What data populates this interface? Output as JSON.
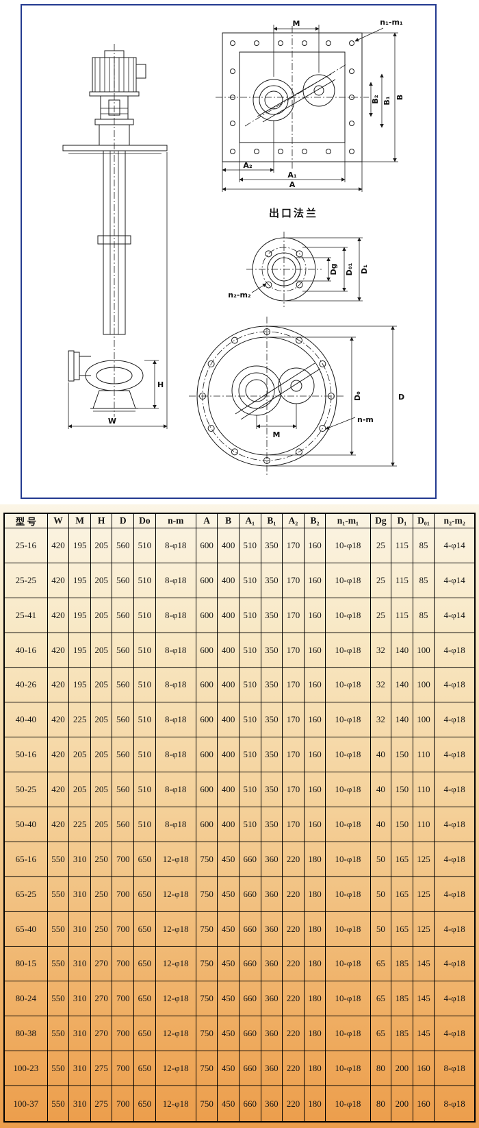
{
  "colors": {
    "frame_border": "#22398f",
    "table_background_top": "#fbf5e6",
    "table_background_bottom": "#ec9d4b",
    "line_color": "#1a1a1a"
  },
  "drawing": {
    "pump": {
      "h": "H",
      "w": "W"
    },
    "plate_top": {
      "m": "M",
      "n1m1": "n₁-m₁",
      "b2": "B₂",
      "b1": "B₁",
      "b": "B",
      "a2": "A₂",
      "a1": "A₁",
      "a": "A"
    },
    "outlet_flange": {
      "title": "出口法兰",
      "dg": "Dg",
      "d01": "D₀₁",
      "d1": "D₁",
      "n2m2": "n₂-m₂"
    },
    "base_plate": {
      "d0": "D₀",
      "d": "D",
      "m": "M",
      "nm": "n-m"
    }
  },
  "table": {
    "headers": [
      "型 号",
      "W",
      "M",
      "H",
      "D",
      "Do",
      "n-m",
      "A",
      "B",
      "A₁",
      "B₁",
      "A₂",
      "B₂",
      "n₁-m₁",
      "Dg",
      "D₁",
      "D₀₁",
      "n₂-m₂"
    ],
    "rows": [
      [
        "25-16",
        "420",
        "195",
        "205",
        "560",
        "510",
        "8-φ18",
        "600",
        "400",
        "510",
        "350",
        "170",
        "160",
        "10-φ18",
        "25",
        "115",
        "85",
        "4-φ14"
      ],
      [
        "25-25",
        "420",
        "195",
        "205",
        "560",
        "510",
        "8-φ18",
        "600",
        "400",
        "510",
        "350",
        "170",
        "160",
        "10-φ18",
        "25",
        "115",
        "85",
        "4-φ14"
      ],
      [
        "25-41",
        "420",
        "195",
        "205",
        "560",
        "510",
        "8-φ18",
        "600",
        "400",
        "510",
        "350",
        "170",
        "160",
        "10-φ18",
        "25",
        "115",
        "85",
        "4-φ14"
      ],
      [
        "40-16",
        "420",
        "195",
        "205",
        "560",
        "510",
        "8-φ18",
        "600",
        "400",
        "510",
        "350",
        "170",
        "160",
        "10-φ18",
        "32",
        "140",
        "100",
        "4-φ18"
      ],
      [
        "40-26",
        "420",
        "195",
        "205",
        "560",
        "510",
        "8-φ18",
        "600",
        "400",
        "510",
        "350",
        "170",
        "160",
        "10-φ18",
        "32",
        "140",
        "100",
        "4-φ18"
      ],
      [
        "40-40",
        "420",
        "225",
        "205",
        "560",
        "510",
        "8-φ18",
        "600",
        "400",
        "510",
        "350",
        "170",
        "160",
        "10-φ18",
        "32",
        "140",
        "100",
        "4-φ18"
      ],
      [
        "50-16",
        "420",
        "205",
        "205",
        "560",
        "510",
        "8-φ18",
        "600",
        "400",
        "510",
        "350",
        "170",
        "160",
        "10-φ18",
        "40",
        "150",
        "110",
        "4-φ18"
      ],
      [
        "50-25",
        "420",
        "205",
        "205",
        "560",
        "510",
        "8-φ18",
        "600",
        "400",
        "510",
        "350",
        "170",
        "160",
        "10-φ18",
        "40",
        "150",
        "110",
        "4-φ18"
      ],
      [
        "50-40",
        "420",
        "225",
        "205",
        "560",
        "510",
        "8-φ18",
        "600",
        "400",
        "510",
        "350",
        "170",
        "160",
        "10-φ18",
        "40",
        "150",
        "110",
        "4-φ18"
      ],
      [
        "65-16",
        "550",
        "310",
        "250",
        "700",
        "650",
        "12-φ18",
        "750",
        "450",
        "660",
        "360",
        "220",
        "180",
        "10-φ18",
        "50",
        "165",
        "125",
        "4-φ18"
      ],
      [
        "65-25",
        "550",
        "310",
        "250",
        "700",
        "650",
        "12-φ18",
        "750",
        "450",
        "660",
        "360",
        "220",
        "180",
        "10-φ18",
        "50",
        "165",
        "125",
        "4-φ18"
      ],
      [
        "65-40",
        "550",
        "310",
        "250",
        "700",
        "650",
        "12-φ18",
        "750",
        "450",
        "660",
        "360",
        "220",
        "180",
        "10-φ18",
        "50",
        "165",
        "125",
        "4-φ18"
      ],
      [
        "80-15",
        "550",
        "310",
        "270",
        "700",
        "650",
        "12-φ18",
        "750",
        "450",
        "660",
        "360",
        "220",
        "180",
        "10-φ18",
        "65",
        "185",
        "145",
        "4-φ18"
      ],
      [
        "80-24",
        "550",
        "310",
        "270",
        "700",
        "650",
        "12-φ18",
        "750",
        "450",
        "660",
        "360",
        "220",
        "180",
        "10-φ18",
        "65",
        "185",
        "145",
        "4-φ18"
      ],
      [
        "80-38",
        "550",
        "310",
        "270",
        "700",
        "650",
        "12-φ18",
        "750",
        "450",
        "660",
        "360",
        "220",
        "180",
        "10-φ18",
        "65",
        "185",
        "145",
        "4-φ18"
      ],
      [
        "100-23",
        "550",
        "310",
        "275",
        "700",
        "650",
        "12-φ18",
        "750",
        "450",
        "660",
        "360",
        "220",
        "180",
        "10-φ18",
        "80",
        "200",
        "160",
        "8-φ18"
      ],
      [
        "100-37",
        "550",
        "310",
        "275",
        "700",
        "650",
        "12-φ18",
        "750",
        "450",
        "660",
        "360",
        "220",
        "180",
        "10-φ18",
        "80",
        "200",
        "160",
        "8-φ18"
      ]
    ]
  }
}
